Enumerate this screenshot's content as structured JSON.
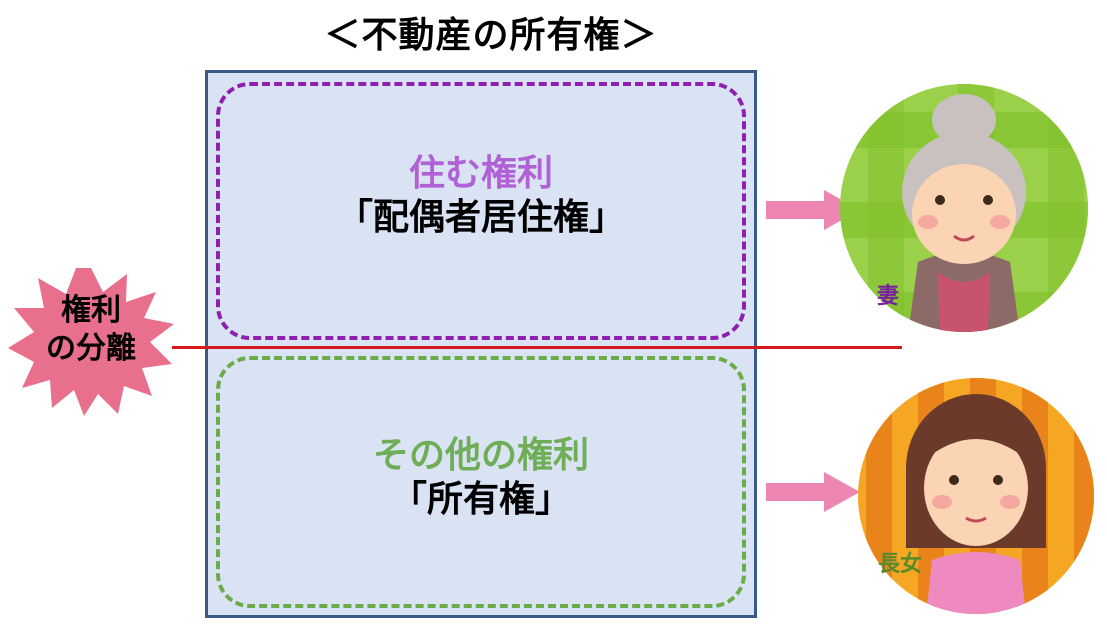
{
  "title": "＜不動産の所有権＞",
  "living_right": {
    "heading": "住む権利",
    "name": "「配偶者居住権」"
  },
  "other_rights": {
    "heading": "その他の権利",
    "name": "「所有権」"
  },
  "separation_badge": {
    "line1": "権利",
    "line2": "の分離"
  },
  "people": [
    {
      "label": "妻"
    },
    {
      "label": "長女"
    }
  ],
  "colors": {
    "outer_fill": "#dae3f3",
    "outer_border": "#3b5a8c",
    "living_border": "#8e1fb0",
    "living_heading": "#b161d6",
    "other_border": "#6aab4a",
    "other_heading": "#6fae56",
    "divider": "#d7191c",
    "burst": "#e8708c",
    "arrow": "#ee86b4"
  }
}
